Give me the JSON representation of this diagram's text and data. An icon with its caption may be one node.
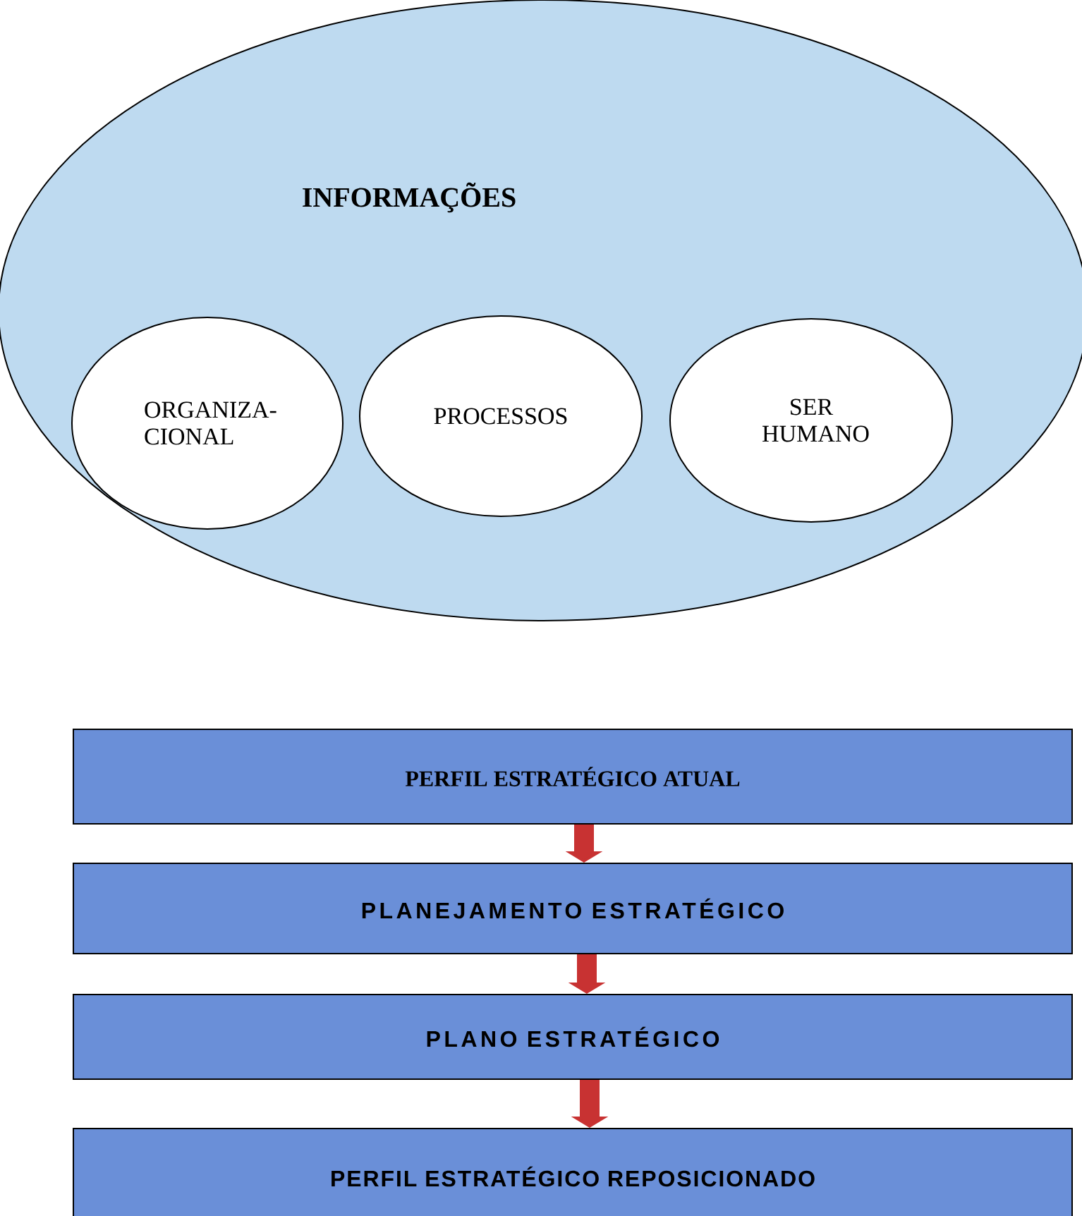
{
  "diagram": {
    "nodes": [
      {
        "text": [
          "INFORMAÇÕES"
        ]
      },
      {
        "text": [
          "ORGANIZA- CIONAL"
        ],
        "in": 0
      },
      {
        "text": [
          "PROCESSOS"
        ],
        "in": 0
      },
      {
        "text": [
          "SER HUMANO"
        ],
        "in": 0
      },
      {
        "text": [
          "PERFIL ESTRATÉGICO ATUAL"
        ]
      },
      {
        "text": [
          "PLANEJAMENTO ESTRATÉGICO"
        ]
      },
      {
        "text": [
          "PLANO ESTRATÉGICO"
        ]
      },
      {
        "text": [
          "PERFIL ESTRATÉGICO REPOSICIONADO"
        ]
      }
    ],
    "edges": [
      {
        "from": 4,
        "to": 5,
        "arrow": "to"
      },
      {
        "from": 5,
        "to": 6,
        "arrow": "to"
      },
      {
        "from": 6,
        "to": 7,
        "arrow": "to"
      }
    ]
  }
}
